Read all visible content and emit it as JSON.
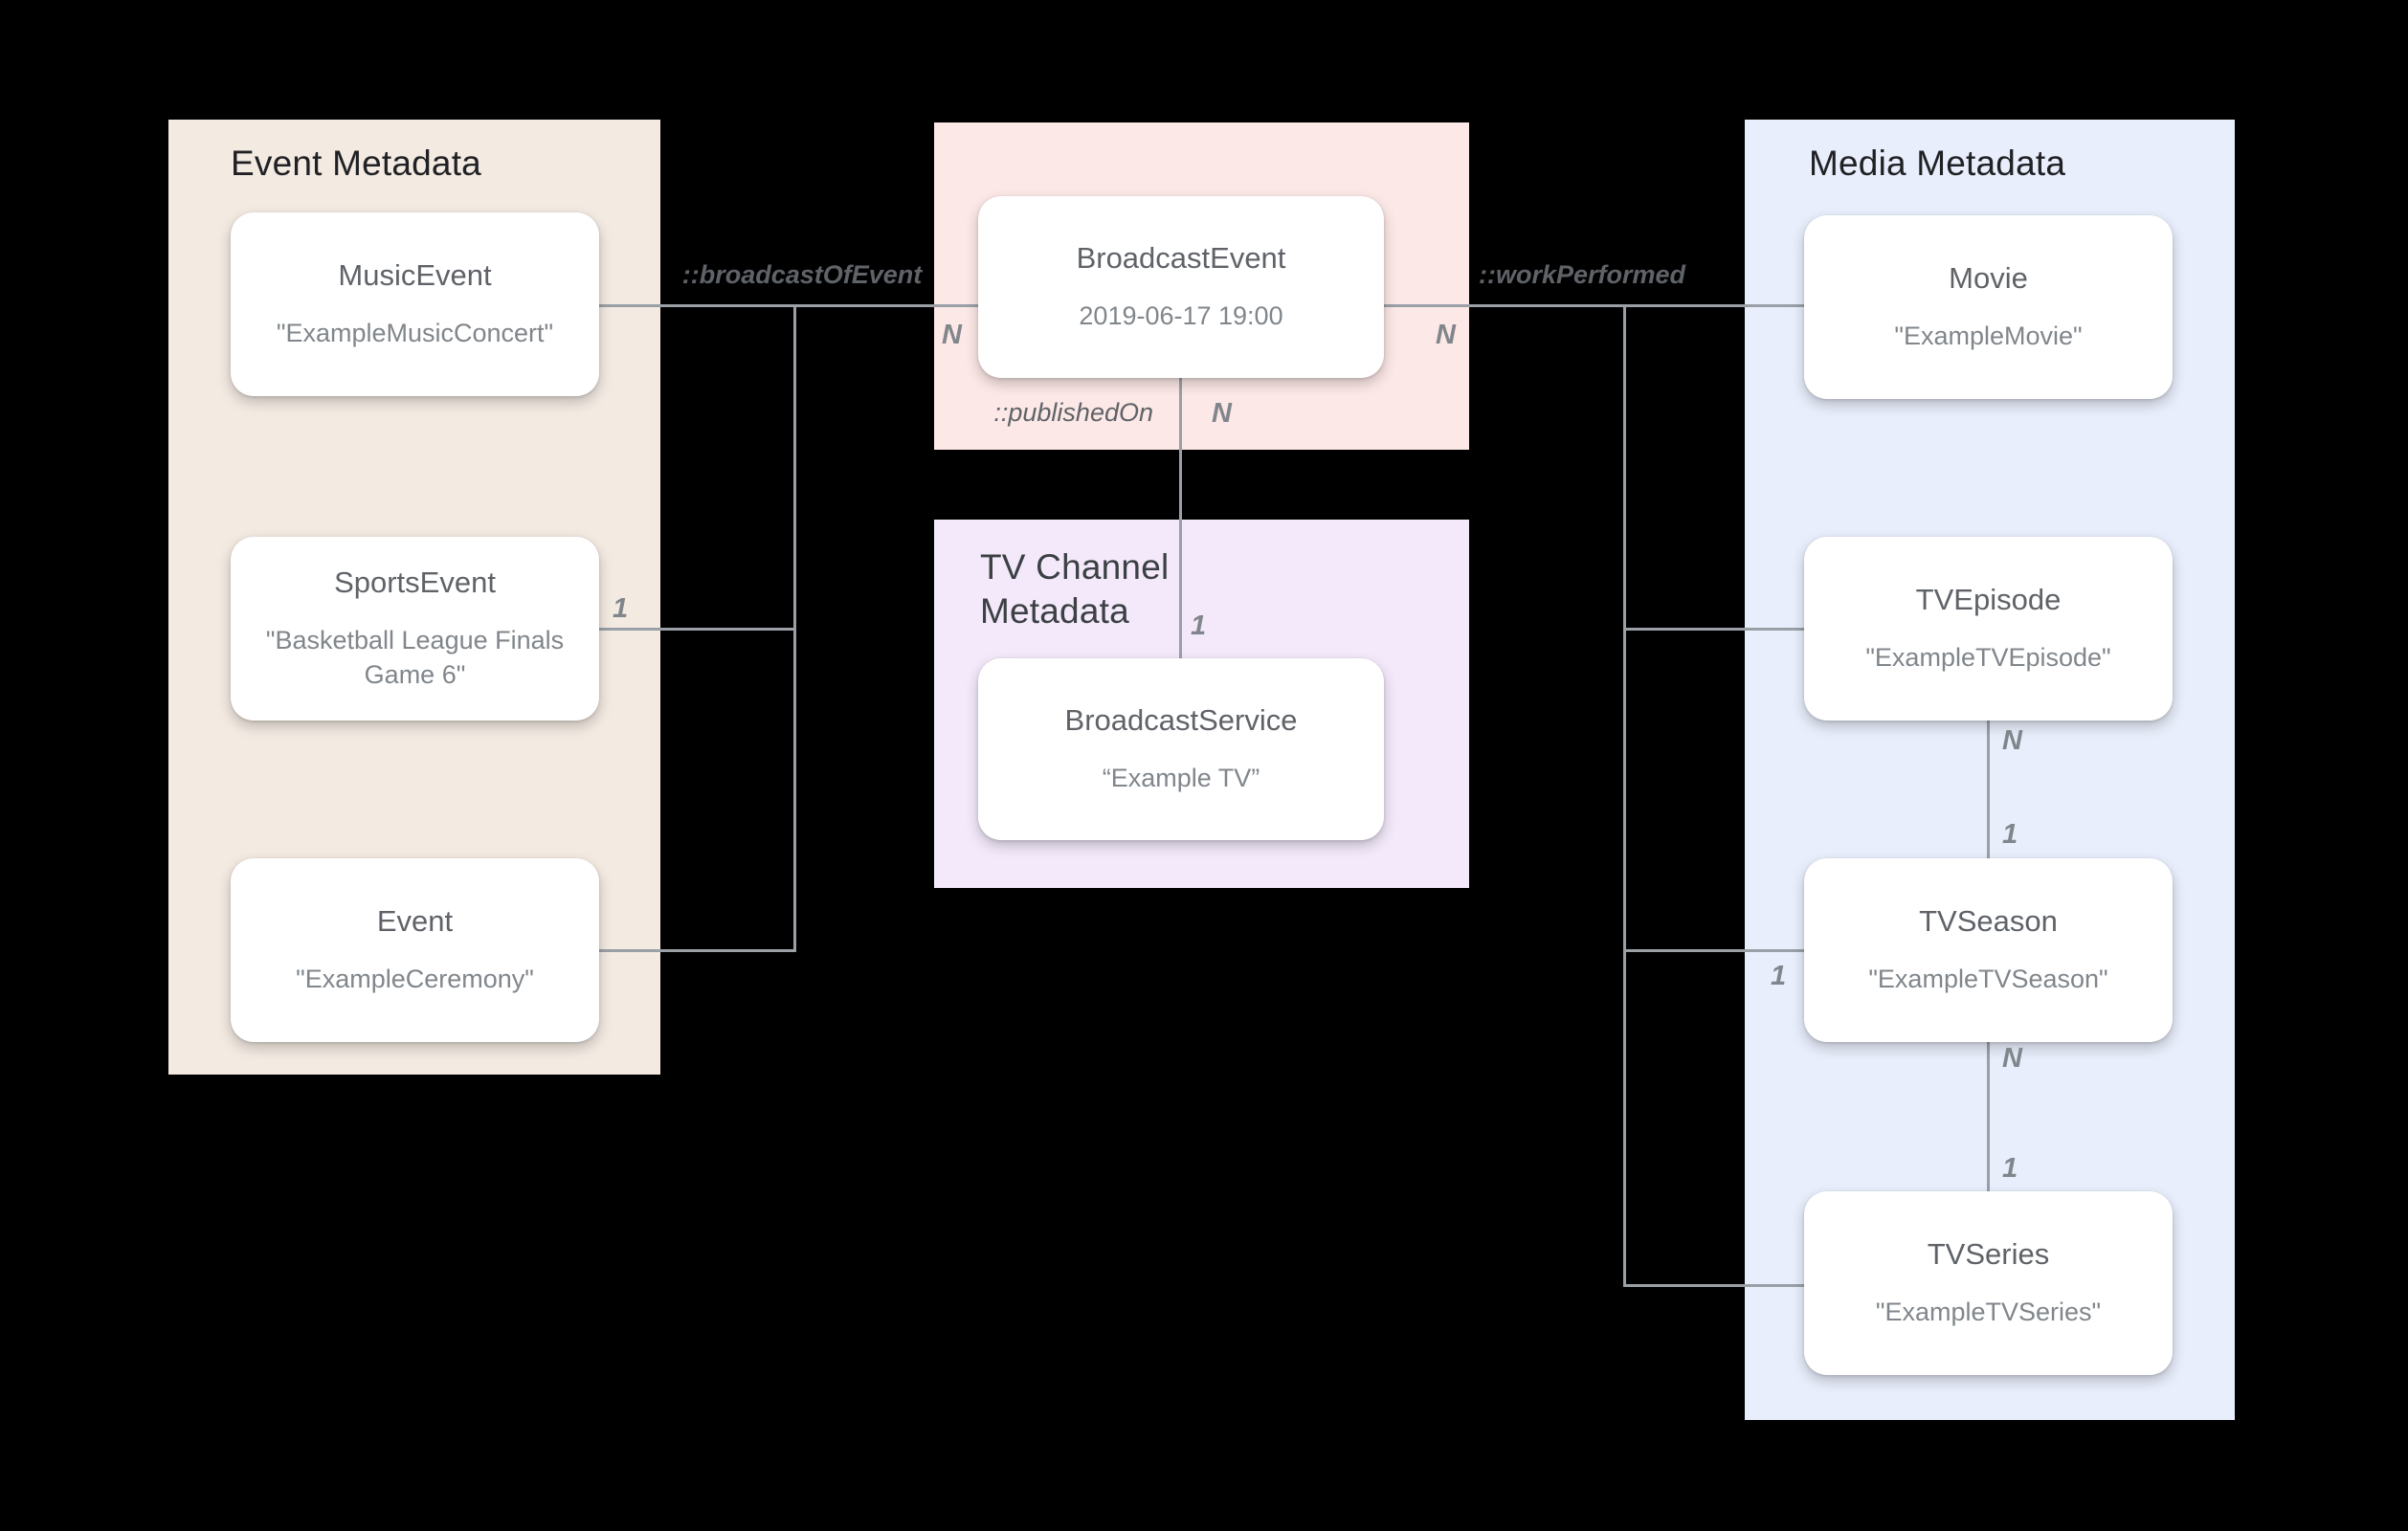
{
  "diagram": {
    "panels": {
      "event_metadata": {
        "title": "Event Metadata"
      },
      "tv_channel_metadata": {
        "title": "TV Channel Metadata"
      },
      "media_metadata": {
        "title": "Media Metadata"
      }
    },
    "nodes": {
      "music_event": {
        "title": "MusicEvent",
        "subtitle": "\"ExampleMusicConcert\""
      },
      "sports_event": {
        "title": "SportsEvent",
        "subtitle": "\"Basketball League Finals Game 6\""
      },
      "event": {
        "title": "Event",
        "subtitle": "\"ExampleCeremony\""
      },
      "broadcast_event": {
        "title": "BroadcastEvent",
        "subtitle": "2019-06-17 19:00"
      },
      "broadcast_service": {
        "title": "BroadcastService",
        "subtitle": "“Example TV”"
      },
      "movie": {
        "title": "Movie",
        "subtitle": "\"ExampleMovie\""
      },
      "tv_episode": {
        "title": "TVEpisode",
        "subtitle": "\"ExampleTVEpisode\""
      },
      "tv_season": {
        "title": "TVSeason",
        "subtitle": "\"ExampleTVSeason\""
      },
      "tv_series": {
        "title": "TVSeries",
        "subtitle": "\"ExampleTVSeries\""
      }
    },
    "relations": {
      "broadcast_of_event": "::broadcastOfEvent",
      "published_on": "::publishedOn",
      "work_performed": "::workPerformed"
    },
    "cardinalities": {
      "broadcast_of_event_n": "N",
      "sports_event_1": "1",
      "published_on_n": "N",
      "published_on_1": "1",
      "work_performed_n": "N",
      "tv_season_left_1": "1",
      "episode_to_season_n": "N",
      "episode_to_season_1": "1",
      "season_to_series_n": "N",
      "season_to_series_1": "1"
    },
    "colors": {
      "background": "#000000",
      "event_panel": "#F3EAE2",
      "broadcast_panel": "#FCE8E6",
      "tv_channel_panel": "#F3E9FB",
      "media_panel": "#E8EEFB",
      "card": "#FFFFFF",
      "connector": "#9AA0A6",
      "panel_title": "#202124",
      "node_title": "#5F6368",
      "node_subtitle": "#80868B",
      "relation_label": "#5F6368"
    }
  }
}
